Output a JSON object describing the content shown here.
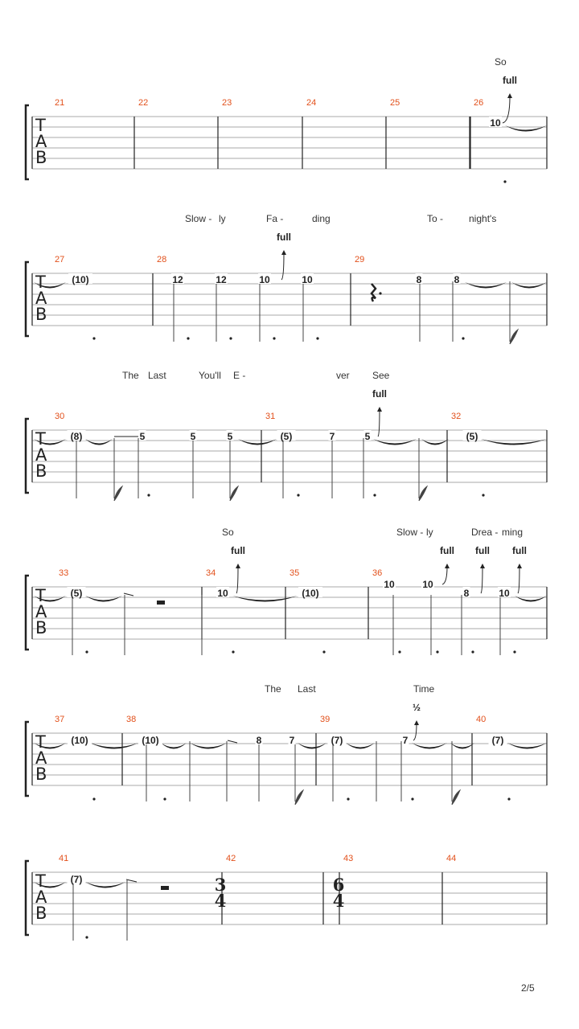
{
  "page": {
    "number": "2/5"
  },
  "tab_clef": [
    "T",
    "A",
    "B"
  ],
  "systems": [
    {
      "bars": [
        "21",
        "22",
        "23",
        "24",
        "25",
        "26"
      ],
      "lyrics": [
        "So"
      ],
      "frets": [
        "10"
      ],
      "bends": [
        "full"
      ]
    },
    {
      "bars": [
        "27",
        "28",
        "29"
      ],
      "lyrics": [
        "Slow -",
        "ly",
        "Fa -",
        "ding",
        "To -",
        "night's"
      ],
      "frets": [
        "(10)",
        "12",
        "12",
        "10",
        "10",
        "8",
        "8"
      ],
      "bends": [
        "full"
      ]
    },
    {
      "bars": [
        "30",
        "31",
        "32"
      ],
      "lyrics": [
        "The",
        "Last",
        "You'll",
        "E -",
        "ver",
        "See"
      ],
      "frets": [
        "(8)",
        "5",
        "5",
        "5",
        "(5)",
        "7",
        "5",
        "(5)"
      ],
      "bends": [
        "full"
      ]
    },
    {
      "bars": [
        "33",
        "34",
        "35",
        "36"
      ],
      "lyrics": [
        "So",
        "Slow -",
        "ly",
        "Drea -",
        "ming"
      ],
      "frets": [
        "(5)",
        "10",
        "(10)",
        "10",
        "10",
        "8",
        "10"
      ],
      "bends": [
        "full",
        "full",
        "full",
        "full"
      ]
    },
    {
      "bars": [
        "37",
        "38",
        "39",
        "40"
      ],
      "lyrics": [
        "The",
        "Last",
        "Time"
      ],
      "frets": [
        "(10)",
        "(10)",
        "8",
        "7",
        "(7)",
        "7",
        "(7)"
      ],
      "bends": [
        "½"
      ]
    },
    {
      "bars": [
        "41",
        "42",
        "43",
        "44"
      ],
      "lyrics": [],
      "frets": [
        "(7)"
      ],
      "bends": [],
      "time_signatures": [
        {
          "top": "3",
          "bottom": "4"
        },
        {
          "top": "6",
          "bottom": "4"
        }
      ]
    }
  ]
}
